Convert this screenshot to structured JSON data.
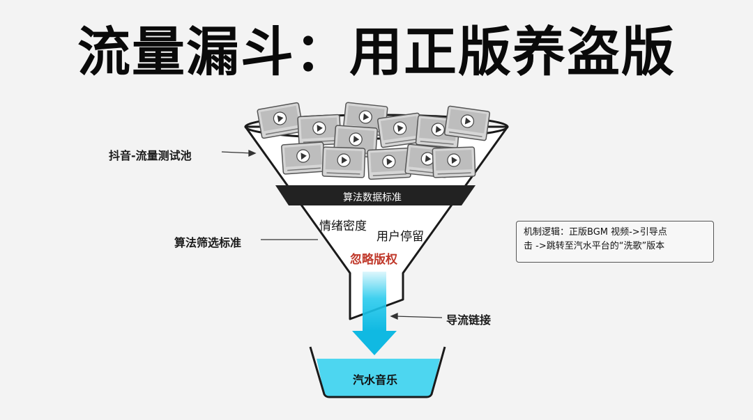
{
  "title": "流量漏斗：用正版养盗版",
  "labels": {
    "pool": "抖音-流量测试池",
    "filter": "算法筛选标准",
    "diversion": "导流链接"
  },
  "funnel": {
    "band": "算法数据标准",
    "metric_1": "情绪密度",
    "metric_2": "用户停留",
    "ignored": "忽略版权",
    "basin": "汽水音乐"
  },
  "mechanism": {
    "line_1": "机制逻辑：正版BGM 视频->引导点",
    "line_2": "击 ->跳转至汽水平台的“洗歌”版本"
  },
  "colors": {
    "band": "#222222",
    "ignored": "#c0392b",
    "arrow": "#1fc8ec",
    "water": "#4dd6f0"
  },
  "icons": {
    "video_tiles": "play-button-icon"
  }
}
